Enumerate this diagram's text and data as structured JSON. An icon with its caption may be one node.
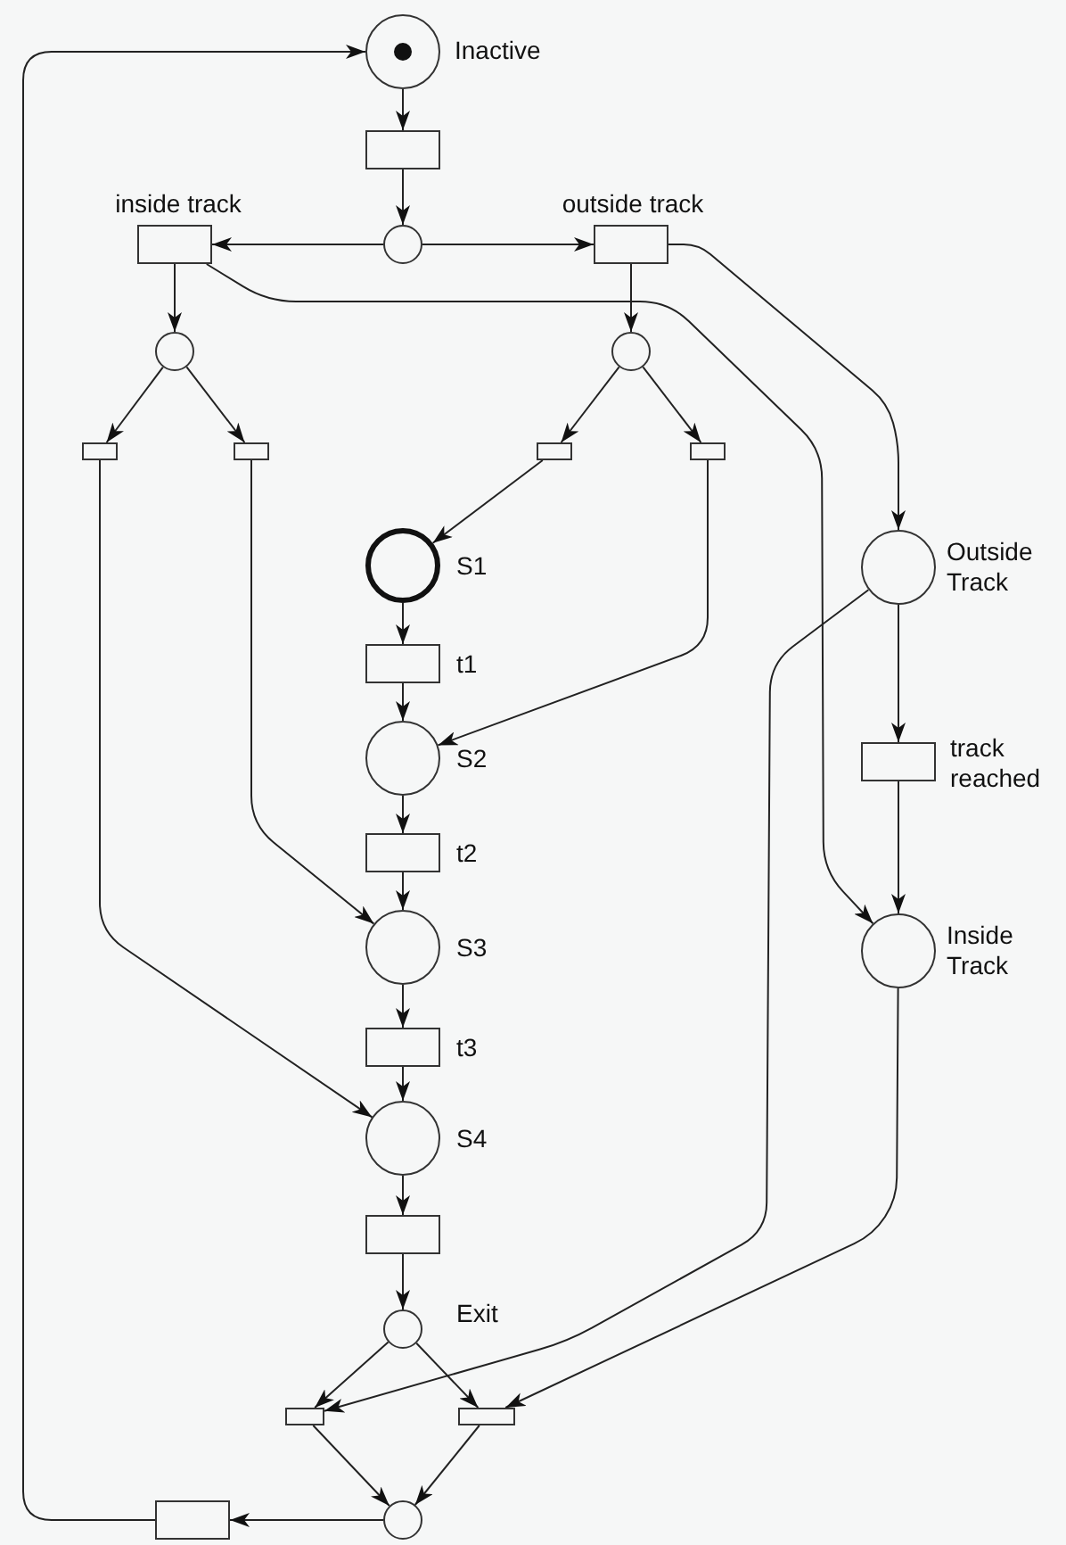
{
  "diagram": {
    "nodes": [
      {
        "text": [],
        "shape": "circle",
        "beside": [
          "Inactive"
        ]
      },
      {
        "text": [],
        "shape": "box"
      },
      {
        "text": [],
        "shape": "circle"
      },
      {
        "text": [],
        "shape": "box",
        "beside": [
          "inside track"
        ]
      },
      {
        "text": [],
        "shape": "box",
        "beside": [
          "outside track"
        ]
      },
      {
        "text": [],
        "shape": "circle"
      },
      {
        "text": [],
        "shape": "circle"
      },
      {
        "text": [],
        "shape": "box"
      },
      {
        "text": [],
        "shape": "box"
      },
      {
        "text": [],
        "shape": "box"
      },
      {
        "text": [],
        "shape": "box"
      },
      {
        "text": [],
        "shape": "circle",
        "beside": [
          "Outside Track"
        ]
      },
      {
        "text": [],
        "shape": "circle",
        "beside": [
          "S1"
        ]
      },
      {
        "text": [],
        "shape": "box",
        "beside": [
          "t1"
        ]
      },
      {
        "text": [],
        "shape": "circle",
        "beside": [
          "S2"
        ]
      },
      {
        "text": [],
        "shape": "box",
        "beside": [
          "track reached"
        ]
      },
      {
        "text": [],
        "shape": "box",
        "beside": [
          "t2"
        ]
      },
      {
        "text": [],
        "shape": "circle",
        "beside": [
          "S3"
        ]
      },
      {
        "text": [],
        "shape": "circle",
        "beside": [
          "Inside Track"
        ]
      },
      {
        "text": [],
        "shape": "box",
        "beside": [
          "t3"
        ]
      },
      {
        "text": [],
        "shape": "circle",
        "beside": [
          "S4"
        ]
      },
      {
        "text": [],
        "shape": "box"
      },
      {
        "text": [],
        "shape": "circle",
        "beside": [
          "Exit"
        ]
      },
      {
        "text": [],
        "shape": "box"
      },
      {
        "text": [],
        "shape": "box"
      },
      {
        "text": [],
        "shape": "circle"
      },
      {
        "text": [],
        "shape": "box"
      }
    ],
    "edges": [
      {
        "from": 0,
        "to": 1,
        "arrow": "to"
      },
      {
        "from": 1,
        "to": 2,
        "arrow": "to"
      },
      {
        "from": 2,
        "to": 3,
        "arrow": "to"
      },
      {
        "from": 2,
        "to": 4,
        "arrow": "to"
      },
      {
        "from": 3,
        "to": 5,
        "arrow": "to"
      },
      {
        "from": 4,
        "to": 6,
        "arrow": "to"
      },
      {
        "from": 5,
        "to": 7,
        "arrow": "to"
      },
      {
        "from": 5,
        "to": 8,
        "arrow": "to"
      },
      {
        "from": 6,
        "to": 9,
        "arrow": "to"
      },
      {
        "from": 6,
        "to": 10,
        "arrow": "to"
      },
      {
        "from": 9,
        "to": 12,
        "arrow": "to"
      },
      {
        "from": 10,
        "to": 14,
        "arrow": "to"
      },
      {
        "from": 8,
        "to": 17,
        "arrow": "to"
      },
      {
        "from": 7,
        "to": 20,
        "arrow": "to"
      },
      {
        "from": 4,
        "to": 11,
        "arrow": "to"
      },
      {
        "from": 3,
        "to": 18,
        "arrow": "to"
      },
      {
        "from": 12,
        "to": 13,
        "arrow": "to"
      },
      {
        "from": 13,
        "to": 14,
        "arrow": "to"
      },
      {
        "from": 14,
        "to": 16,
        "arrow": "to"
      },
      {
        "from": 16,
        "to": 17,
        "arrow": "to"
      },
      {
        "from": 17,
        "to": 19,
        "arrow": "to"
      },
      {
        "from": 19,
        "to": 20,
        "arrow": "to"
      },
      {
        "from": 20,
        "to": 21,
        "arrow": "to"
      },
      {
        "from": 21,
        "to": 22,
        "arrow": "to"
      },
      {
        "from": 11,
        "to": 15,
        "arrow": "to"
      },
      {
        "from": 15,
        "to": 18,
        "arrow": "to"
      },
      {
        "from": 11,
        "to": 23,
        "arrow": "to"
      },
      {
        "from": 18,
        "to": 24,
        "arrow": "to"
      },
      {
        "from": 22,
        "to": 23,
        "arrow": "to"
      },
      {
        "from": 22,
        "to": 24,
        "arrow": "to"
      },
      {
        "from": 23,
        "to": 25,
        "arrow": "to"
      },
      {
        "from": 24,
        "to": 25,
        "arrow": "to"
      },
      {
        "from": 25,
        "to": 26,
        "arrow": "to"
      },
      {
        "from": 26,
        "to": 0,
        "arrow": "to"
      }
    ]
  }
}
